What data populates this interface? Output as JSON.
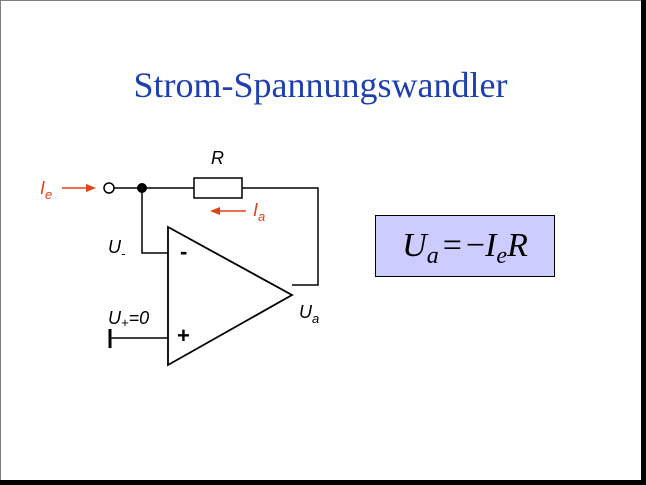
{
  "title": "Strom-Spannungswandler",
  "labels": {
    "r": "R",
    "ie_main": "I",
    "ie_sub": "e",
    "ia_main": "I",
    "ia_sub": "a",
    "uminus_main": "U",
    "uminus_sub": "-",
    "uplus_main": "U",
    "uplus_sub": "+",
    "uplus_rest": "=0",
    "ua_main": "U",
    "ua_sub": "a",
    "minus_sign": "-",
    "plus_sign": "+"
  },
  "formula": {
    "lhs_main": "U",
    "lhs_sub": "a",
    "equals": "=",
    "minus": "−",
    "rhs_i": "I",
    "rhs_sub": "e",
    "rhs_r": "R"
  },
  "colors": {
    "title": "#1f3fb0",
    "current_arrow": "#e0421a",
    "formula_bg": "#ccccff"
  }
}
